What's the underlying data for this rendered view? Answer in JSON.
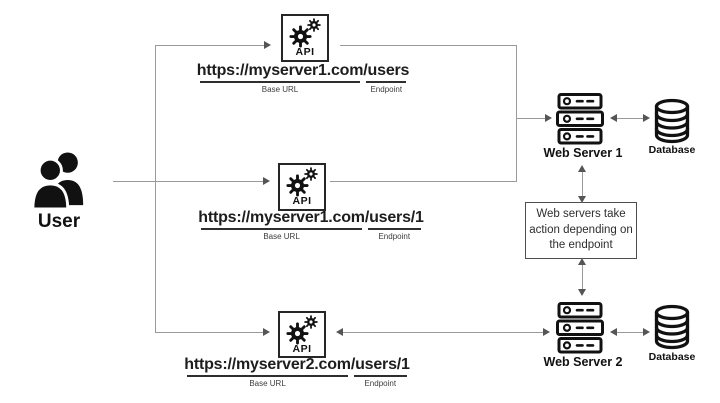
{
  "diagram": {
    "user_label": "User",
    "api_nodes": [
      {
        "icon": "gear-icon",
        "label": "API",
        "base_url": "https://myserver1.com",
        "endpoint": "/users",
        "base_url_label": "Base URL",
        "endpoint_label": "Endpoint"
      },
      {
        "icon": "gear-icon",
        "label": "API",
        "base_url": "https://myserver1.com",
        "endpoint": "/users/1",
        "base_url_label": "Base URL",
        "endpoint_label": "Endpoint"
      },
      {
        "icon": "gear-icon",
        "label": "API",
        "base_url": "https://myserver2.com",
        "endpoint": "/users/1",
        "base_url_label": "Base URL",
        "endpoint_label": "Endpoint"
      }
    ],
    "servers": [
      {
        "icon": "server-icon",
        "label": "Web Server 1"
      },
      {
        "icon": "server-icon",
        "label": "Web Server 2"
      }
    ],
    "databases": [
      {
        "icon": "database-icon",
        "label": "Database"
      },
      {
        "icon": "database-icon",
        "label": "Database"
      }
    ],
    "note_text": "Web servers take action depending on the endpoint",
    "colors": {
      "icon_black": "#111111",
      "connector_gray": "#9a9a9a",
      "arrowhead": "#555555",
      "api_box_border": "#262626",
      "note_border": "#4f4f4f",
      "text_dark": "#1d1d1d",
      "muted_label": "#3c3c3c"
    }
  }
}
